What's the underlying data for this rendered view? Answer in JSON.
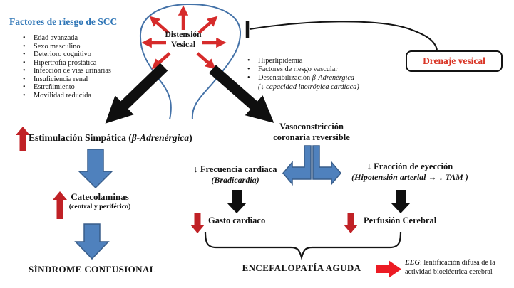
{
  "colors": {
    "heading_blue": "#2E75B6",
    "crimson_arrow": "#C02126",
    "bright_red_arrow": "#EC1B24",
    "blue_arrow_fill": "#4F81BD",
    "blue_arrow_border": "#385D8A",
    "bladder_outline": "#4472A8",
    "drenaje_text_red": "#D93425",
    "black": "#141414"
  },
  "risk_factors": {
    "title": "Factores de riesgo de SCC",
    "items": [
      "Edad avanzada",
      "Sexo masculino",
      "Deterioro cognitivo",
      "Hipertrofia prostática",
      "Infección de vías urinarias",
      "Insuficiencia renal",
      "Estreñimiento",
      "Movilidad reducida"
    ]
  },
  "bladder": {
    "label_line1": "Distensión",
    "label_line2": "Vesical"
  },
  "drainage": {
    "label": "Drenaje vesical"
  },
  "vascular_factors": {
    "item1": "Hiperlipidemia",
    "item2": "Factores de riesgo vascular",
    "item3_main": "Desensibilización ",
    "item3_italic": "β-Adrenérgica",
    "item3_sub": "(↓ capacidad inotrópica cardíaca)"
  },
  "left_path": {
    "step1_prefix": "Estimulación Simpática (",
    "step1_italic": "β-Adrenérgica",
    "step1_suffix": ")",
    "step2": "Catecolaminas",
    "step2_sub": "(central y periférico)",
    "outcome": "SÍNDROME CONFUSIONAL"
  },
  "right_path": {
    "step1_line1": "Vasoconstricción",
    "step1_line2": "coronaria reversible",
    "branch_left_main": "↓ Frecuencia cardiaca",
    "branch_left_sub": "(Bradicardia)",
    "branch_right_main": "↓ Fracción de eyección",
    "branch_right_sub": "(Hipotensión arterial → ↓ TAM )",
    "outcome_left": "Gasto cardiaco",
    "outcome_right": "Perfusión Cerebral",
    "final": "ENCEFALOPATÍA AGUDA"
  },
  "eeg_note": {
    "bold": "EEG",
    "text": ": lentificación difusa de la actividad bioeléctrica cerebral"
  }
}
